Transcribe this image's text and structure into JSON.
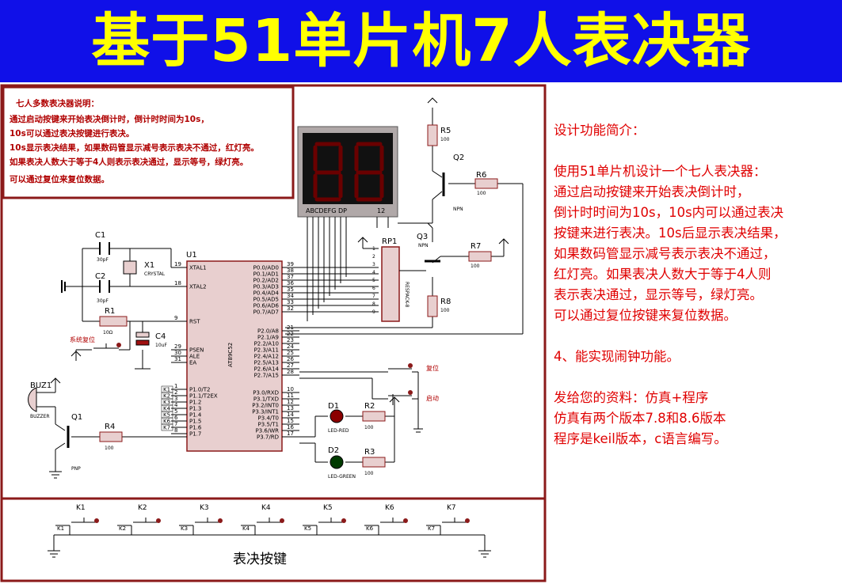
{
  "banner": {
    "title": "基于51单片机7人表决器"
  },
  "schematic": {
    "note": {
      "title": "七人多数表决器说明：",
      "lines": [
        "通过启动按键来开始表决倒计时，倒计时时间为10s，",
        "10s可以通过表决按键进行表决。",
        "10s显示表决结果，如果数码管显示减号表示表决不通过，红灯亮。",
        "如果表决人数大于等于4人则表示表决通过，显示等号，绿灯亮。",
        "可以通过复位来复位数据。"
      ]
    },
    "display": {
      "caption": "ABCDEFG DP",
      "digits_label": "12"
    },
    "components": {
      "c1": "C1",
      "c1_val": "30pF",
      "c2": "C2",
      "c2_val": "30pF",
      "x1": "X1",
      "x1_val": "CRYSTAL",
      "r1": "R1",
      "r1_val": "10Ω",
      "c4": "C4",
      "c4_val": "10uF",
      "reset_label": "系统复位",
      "u1": "U1",
      "u1_chip": "AT89C52",
      "buz": "BUZ1",
      "buz_val": "BUZZER",
      "q1": "Q1",
      "q1_type": "PNP",
      "r4": "R4",
      "r4_val": "100",
      "r5": "R5",
      "r5_val": "100",
      "q2": "Q2",
      "q2_type": "NPN",
      "r6": "R6",
      "r6_val": "100",
      "q3": "Q3",
      "q3_type": "NPN",
      "r7": "R7",
      "r7_val": "100",
      "r8": "R8",
      "r8_val": "100",
      "rp1": "RP1",
      "rp1_val": "RESPACK-8",
      "d1": "D1",
      "d1_val": "LED-RED",
      "r2": "R2",
      "r2_val": "100",
      "d2": "D2",
      "d2_val": "LED-GREEN",
      "r3": "R3",
      "r3_val": "100",
      "sw_reset": "复位",
      "sw_start": "启动"
    },
    "u1_left_pins": [
      "XTAL1",
      "XTAL2",
      "RST",
      "PSEN",
      "ALE",
      "EA",
      "P1.0/T2",
      "P1.1/T2EX",
      "P1.2",
      "P1.3",
      "P1.4",
      "P1.5",
      "P1.6",
      "P1.7"
    ],
    "u1_left_nums": [
      "19",
      "18",
      "9",
      "29",
      "30",
      "31",
      "1",
      "2",
      "3",
      "4",
      "5",
      "6",
      "7",
      "8"
    ],
    "u1_right_pins": [
      "P0.0/AD0",
      "P0.1/AD1",
      "P0.2/AD2",
      "P0.3/AD3",
      "P0.4/AD4",
      "P0.5/AD5",
      "P0.6/AD6",
      "P0.7/AD7",
      "P2.0/A8",
      "P2.1/A9",
      "P2.2/A10",
      "P2.3/A11",
      "P2.4/A12",
      "P2.5/A13",
      "P2.6/A14",
      "P2.7/A15",
      "P3.0/RXD",
      "P3.1/TXD",
      "P3.2/INT0",
      "P3.3/INT1",
      "P3.4/T0",
      "P3.5/T1",
      "P3.6/WR",
      "P3.7/RD"
    ],
    "u1_right_nums": [
      "39",
      "38",
      "37",
      "36",
      "35",
      "34",
      "33",
      "32",
      "21",
      "22",
      "23",
      "24",
      "25",
      "26",
      "27",
      "28",
      "10",
      "11",
      "12",
      "13",
      "14",
      "15",
      "16",
      "17"
    ],
    "k_net_labels": [
      "K1",
      "K2",
      "K3",
      "K4",
      "K5",
      "K6",
      "K7"
    ],
    "rp_pins": [
      "1",
      "2",
      "3",
      "4",
      "5",
      "6",
      "7",
      "8",
      "9"
    ],
    "keys": [
      "K1",
      "K2",
      "K3",
      "K4",
      "K5",
      "K6",
      "K7"
    ],
    "keys_caption": "表决按键"
  },
  "description": {
    "lines": [
      "设计功能简介：",
      "",
      "使用51单片机设计一个七人表决器：",
      "通过启动按键来开始表决倒计时，",
      "倒计时时间为10s，10s内可以通过表决",
      "按键来进行表决。10s后显示表决结果，",
      "如果数码管显示减号表示表决不通过，",
      "红灯亮。如果表决人数大于等于4人则",
      "表示表决通过，显示等号，绿灯亮。",
      "可以通过复位按键来复位数据。",
      "",
      "4、能实现闹钟功能。",
      "",
      "发给您的资料：仿真+程序",
      "仿真有两个版本7.8和8.6版本",
      "程序是keil版本，c语言编写。"
    ]
  }
}
